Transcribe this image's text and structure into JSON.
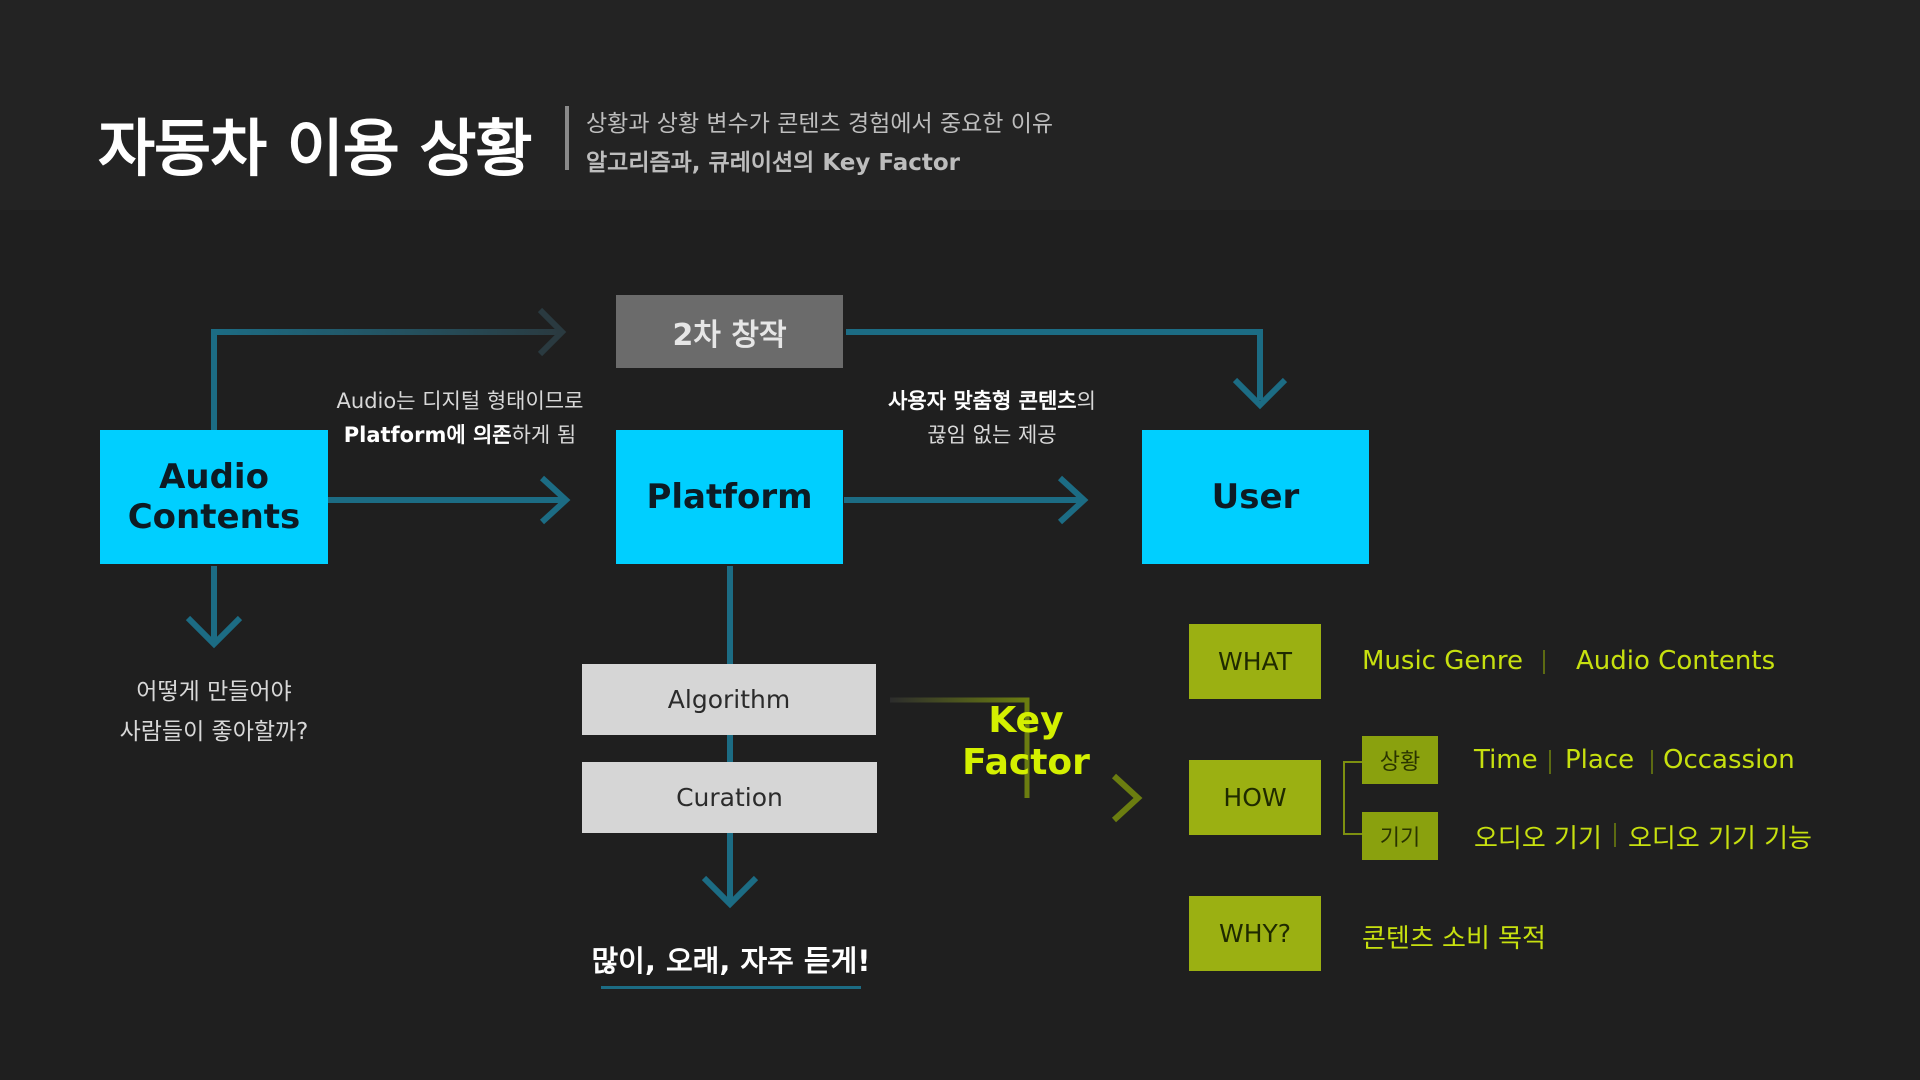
{
  "header": {
    "title": "자동차 이용 상황",
    "subtitle_line1": "상황과 상황 변수가 콘텐츠 경험에서 중요한 이유",
    "subtitle_line2": "알고리즘과, 큐레이션의 Key Factor"
  },
  "boxes": {
    "audio_contents": "Audio\nContents",
    "secondary_creation": "2차 창작",
    "platform": "Platform",
    "user": "User",
    "algorithm": "Algorithm",
    "curation": "Curation"
  },
  "notes": {
    "digital_line1": "Audio는 디지털 형태이므로",
    "digital_line2_bold": "Platform에 의존",
    "digital_line2_rest": "하게 됨",
    "custom_line1_bold": "사용자 맞춤형 콘텐츠",
    "custom_line1_rest": "의",
    "custom_line2": "끊임 없는 제공",
    "question_line1": "어떻게 만들어야",
    "question_line2": "사람들이 좋아할까?",
    "goal": "많이, 오래, 자주 듣게!"
  },
  "key_factor": {
    "line1": "Key",
    "line2": "Factor"
  },
  "factors": {
    "what": {
      "label": "WHAT",
      "items": [
        "Music Genre",
        "Audio Contents"
      ]
    },
    "how": {
      "label": "HOW",
      "situation": {
        "label": "상황",
        "items": [
          "Time",
          "Place",
          "Occassion"
        ]
      },
      "device": {
        "label": "기기",
        "items": [
          "오디오 기기",
          "오디오 기기 기능"
        ]
      }
    },
    "why": {
      "label": "WHY?",
      "items": [
        "콘텐츠 소비 목적"
      ]
    }
  },
  "colors": {
    "background": "#1f1f1f",
    "cyan": "#00cfff",
    "arrow": "#1c6c84",
    "olive": "#9bb012",
    "lime": "#c7e00f"
  }
}
